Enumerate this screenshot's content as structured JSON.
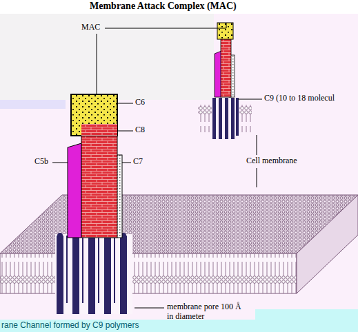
{
  "diagram": {
    "title": "Membrane Attack Complex (MAC)",
    "caption": "rane Channel formed by C9 polymers",
    "labels": [
      "MAC",
      "C6",
      "C8",
      "C5b",
      "C7",
      "C9 (10 to 18 molecul",
      "Cell membrane",
      "membrane pore 100 Å in diameter"
    ]
  }
}
